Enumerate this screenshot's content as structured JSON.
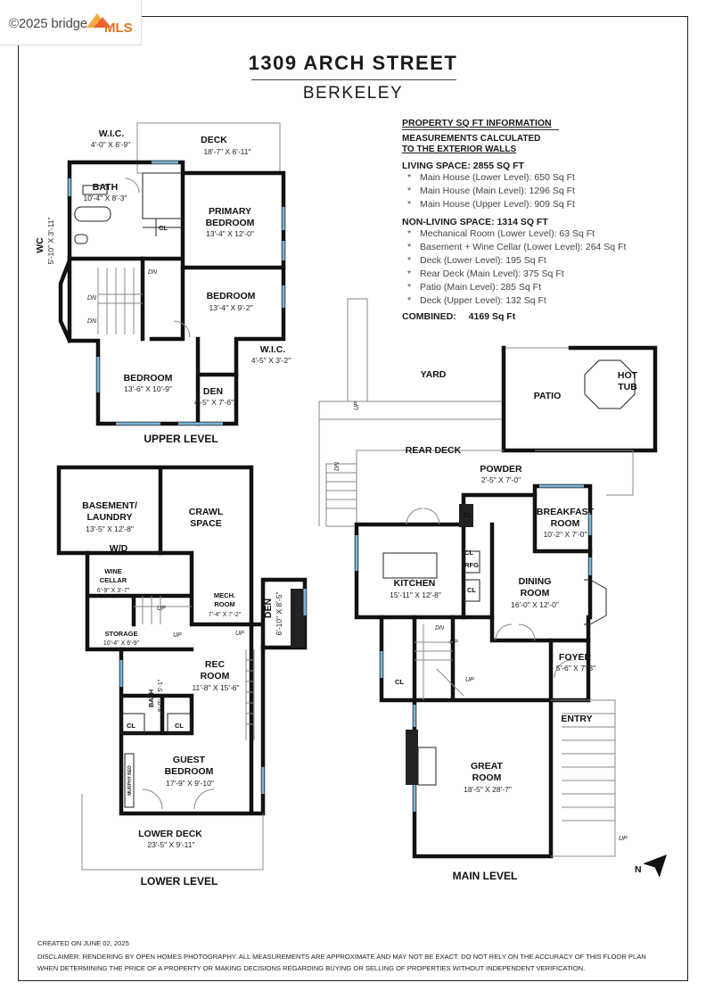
{
  "watermark": {
    "text": "©2025 bridge",
    "brand": "MLS"
  },
  "header": {
    "title": "1309 ARCH STREET",
    "subtitle": "BERKELEY"
  },
  "info": {
    "heading": "PROPERTY SQ FT INFORMATION",
    "note_line1": "MEASUREMENTS CALCULATED",
    "note_line2": "TO THE EXTERIOR WALLS",
    "living_title": "LIVING SPACE: 2855 SQ FT",
    "living_items": [
      "Main House (Lower Level):  650 Sq Ft",
      "Main House (Main Level):  1296 Sq Ft",
      "Main House (Upper Level):  909 Sq Ft"
    ],
    "nonliving_title": "NON-LIVING SPACE: 1314 SQ FT",
    "nonliving_items": [
      "Mechanical Room (Lower Level):  63 Sq Ft",
      "Basement + Wine Cellar (Lower Level):  264 Sq Ft",
      "Deck (Lower Level):  195 Sq Ft",
      "Rear Deck (Main Level):  375 Sq Ft",
      "Patio (Main Level):  285 Sq Ft",
      "Deck (Upper Level):  132 Sq Ft"
    ],
    "bullet": "*",
    "combined_label": "COMBINED:",
    "combined_value": "4169  Sq Ft"
  },
  "upper": {
    "level_label": "UPPER LEVEL",
    "deck": {
      "name": "DECK",
      "dim": "18'-7\" X 6'-11\""
    },
    "wic1": {
      "name": "W.I.C.",
      "dim": "4'-0\" X 6'-9\""
    },
    "bath": {
      "name": "BATH",
      "dim": "10'-4\" X 8'-3\""
    },
    "primary": {
      "name1": "PRIMARY",
      "name2": "BEDROOM",
      "dim": "13'-4\" X 12'-0\""
    },
    "wc": {
      "name": "WC",
      "dim": "5'-10\" X 3'-11\""
    },
    "cl": "CL",
    "dn": "DN",
    "bedroom2": {
      "name": "BEDROOM",
      "dim": "13'-4\" X 9'-2\""
    },
    "wic2": {
      "name": "W.I.C.",
      "dim": "4'-5\" X 3'-2\""
    },
    "bedroom3": {
      "name": "BEDROOM",
      "dim": "13'-6\" X 10'-9\""
    },
    "den": {
      "name": "DEN",
      "dim": "4'-5\" X 7'-6\""
    }
  },
  "lower": {
    "level_label": "LOWER LEVEL",
    "basement": {
      "name1": "BASEMENT/",
      "name2": "LAUNDRY",
      "dim": "13'-5\" X 12'-8\""
    },
    "wd": "W/D",
    "crawl": {
      "name1": "CRAWL",
      "name2": "SPACE"
    },
    "wine": {
      "name1": "WINE",
      "name2": "CELLAR",
      "dim": "6'-9\" X 3'-7\""
    },
    "mech": {
      "name1": "MECH.",
      "name2": "ROOM",
      "dim": "7'-4\" X 7'-2\""
    },
    "den": {
      "name": "DEN",
      "dim": "6'-10\" X 8'-5\""
    },
    "storage": {
      "name": "STORAGE",
      "dim": "10'-4\" X 6'-9\""
    },
    "rec": {
      "name1": "REC",
      "name2": "ROOM",
      "dim": "11'-8\" X 15'-6\""
    },
    "bath": {
      "name": "BATH",
      "dim": "8'-0\" X 5'-1\""
    },
    "cl": "CL",
    "up": "UP",
    "murphy": "MURPHY BED",
    "guest": {
      "name1": "GUEST",
      "name2": "BEDROOM",
      "dim": "17'-9\" X 9'-10\""
    },
    "lowerdeck": {
      "name": "LOWER DECK",
      "dim": "23'-5\" X 9'-11\""
    }
  },
  "main": {
    "level_label": "MAIN LEVEL",
    "yard": "YARD",
    "patio": "PATIO",
    "hottub1": "HOT",
    "hottub2": "TUB",
    "reardeck": "REAR DECK",
    "powder": {
      "name": "POWDER",
      "dim": "2'-5\" X 7'-0\""
    },
    "breakfast": {
      "name1": "BREAKFAST",
      "name2": "ROOM",
      "dim": "10'-2\" X 7'-0\""
    },
    "kitchen": {
      "name": "KITCHEN",
      "dim": "15'-11\" X 12'-8\""
    },
    "rfg": "RFG",
    "cl": "CL",
    "dn": "DN",
    "up": "UP",
    "dining": {
      "name1": "DINING",
      "name2": "ROOM",
      "dim": "16'-0\" X 12'-0\""
    },
    "foyer": {
      "name": "FOYER",
      "dim": "5'-6\" X 7'-3\""
    },
    "entry": "ENTRY",
    "great": {
      "name1": "GREAT",
      "name2": "ROOM",
      "dim": "18'-5\" X 28'-7\""
    },
    "north": "N"
  },
  "footer": {
    "created": "CREATED ON JUNE 02, 2025",
    "disclaimer1": "DISCLAIMER: RENDERING BY OPEN HOMES PHOTOGRAPHY. ALL MEASUREMENTS ARE APPROXIMATE AND MAY NOT BE EXACT. DO NOT RELY ON THE ACCURACY OF THIS FLOOR PLAN",
    "disclaimer2": "WHEN DETERMINING THE PRICE OF A PROPERTY OR MAKING DECISIONS REGARDING BUYING OR SELLING OF PROPERTIES WITHOUT INDEPENDENT VERIFICATION."
  }
}
